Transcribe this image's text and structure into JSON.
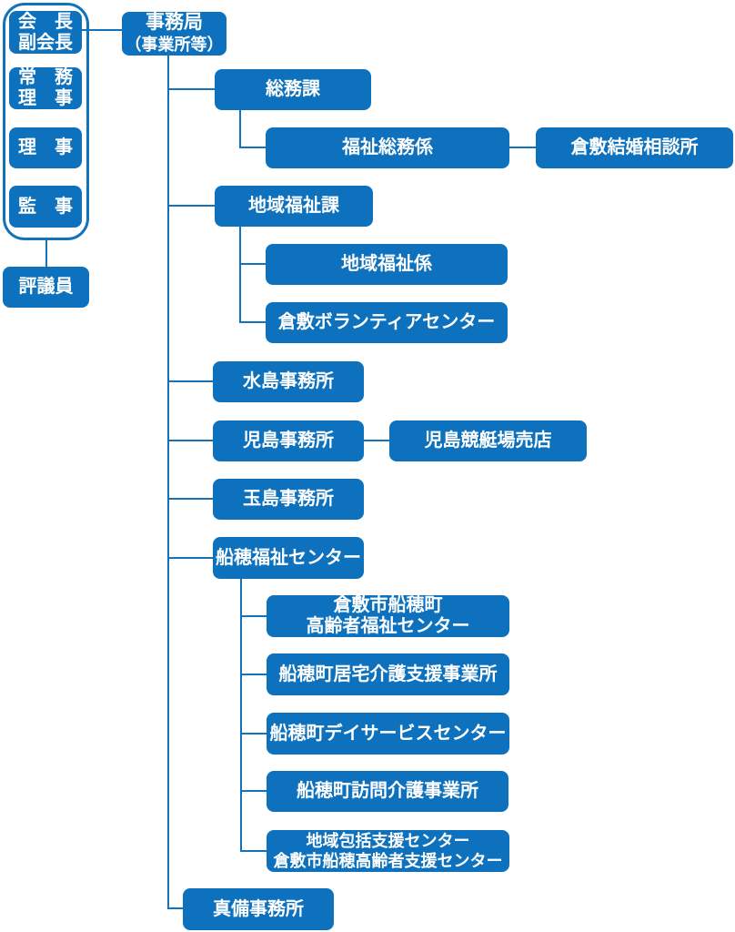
{
  "colors": {
    "box_fill": "#0d71bd",
    "connector": "#1273ba",
    "text": "#ffffff",
    "background": "#ffffff"
  },
  "board": {
    "chair": {
      "line1": "会　長",
      "line2": "副会長"
    },
    "managing_director": {
      "line1": "常　務",
      "line2": "理　事"
    },
    "director": {
      "label": "理　事"
    },
    "auditor": {
      "label": "監　事"
    },
    "councilor": {
      "label": "評議員"
    }
  },
  "secretariat": {
    "root": {
      "line1": "事務局",
      "line2": "（事業所等）"
    },
    "general_affairs_division": {
      "label": "総務課"
    },
    "welfare_general_affairs_section": {
      "label": "福祉総務係"
    },
    "marriage_consultation_office": {
      "label": "倉敷結婚相談所"
    },
    "community_welfare_division": {
      "label": "地域福祉課"
    },
    "community_welfare_section": {
      "label": "地域福祉係"
    },
    "volunteer_center": {
      "label": "倉敷ボランティアセンター"
    },
    "mizushima_office": {
      "label": "水島事務所"
    },
    "kojima_office": {
      "label": "児島事務所"
    },
    "kojima_boat_race_shop": {
      "label": "児島競艇場売店"
    },
    "tamashima_office": {
      "label": "玉島事務所"
    },
    "funao_welfare_center": {
      "label": "船穂福祉センター"
    },
    "funao_elderly_welfare_center": {
      "line1": "倉敷市船穂町",
      "line2": "高齢者福祉センター"
    },
    "funao_home_care_support_office": {
      "label": "船穂町居宅介護支援事業所"
    },
    "funao_day_service_center": {
      "label": "船穂町デイサービスセンター"
    },
    "funao_visiting_care_office": {
      "label": "船穂町訪問介護事業所"
    },
    "comprehensive_support_center": {
      "line1": "地域包括支援センター",
      "line2": "倉敷市船穂高齢者支援センター"
    },
    "mabi_office": {
      "label": "真備事務所"
    }
  }
}
